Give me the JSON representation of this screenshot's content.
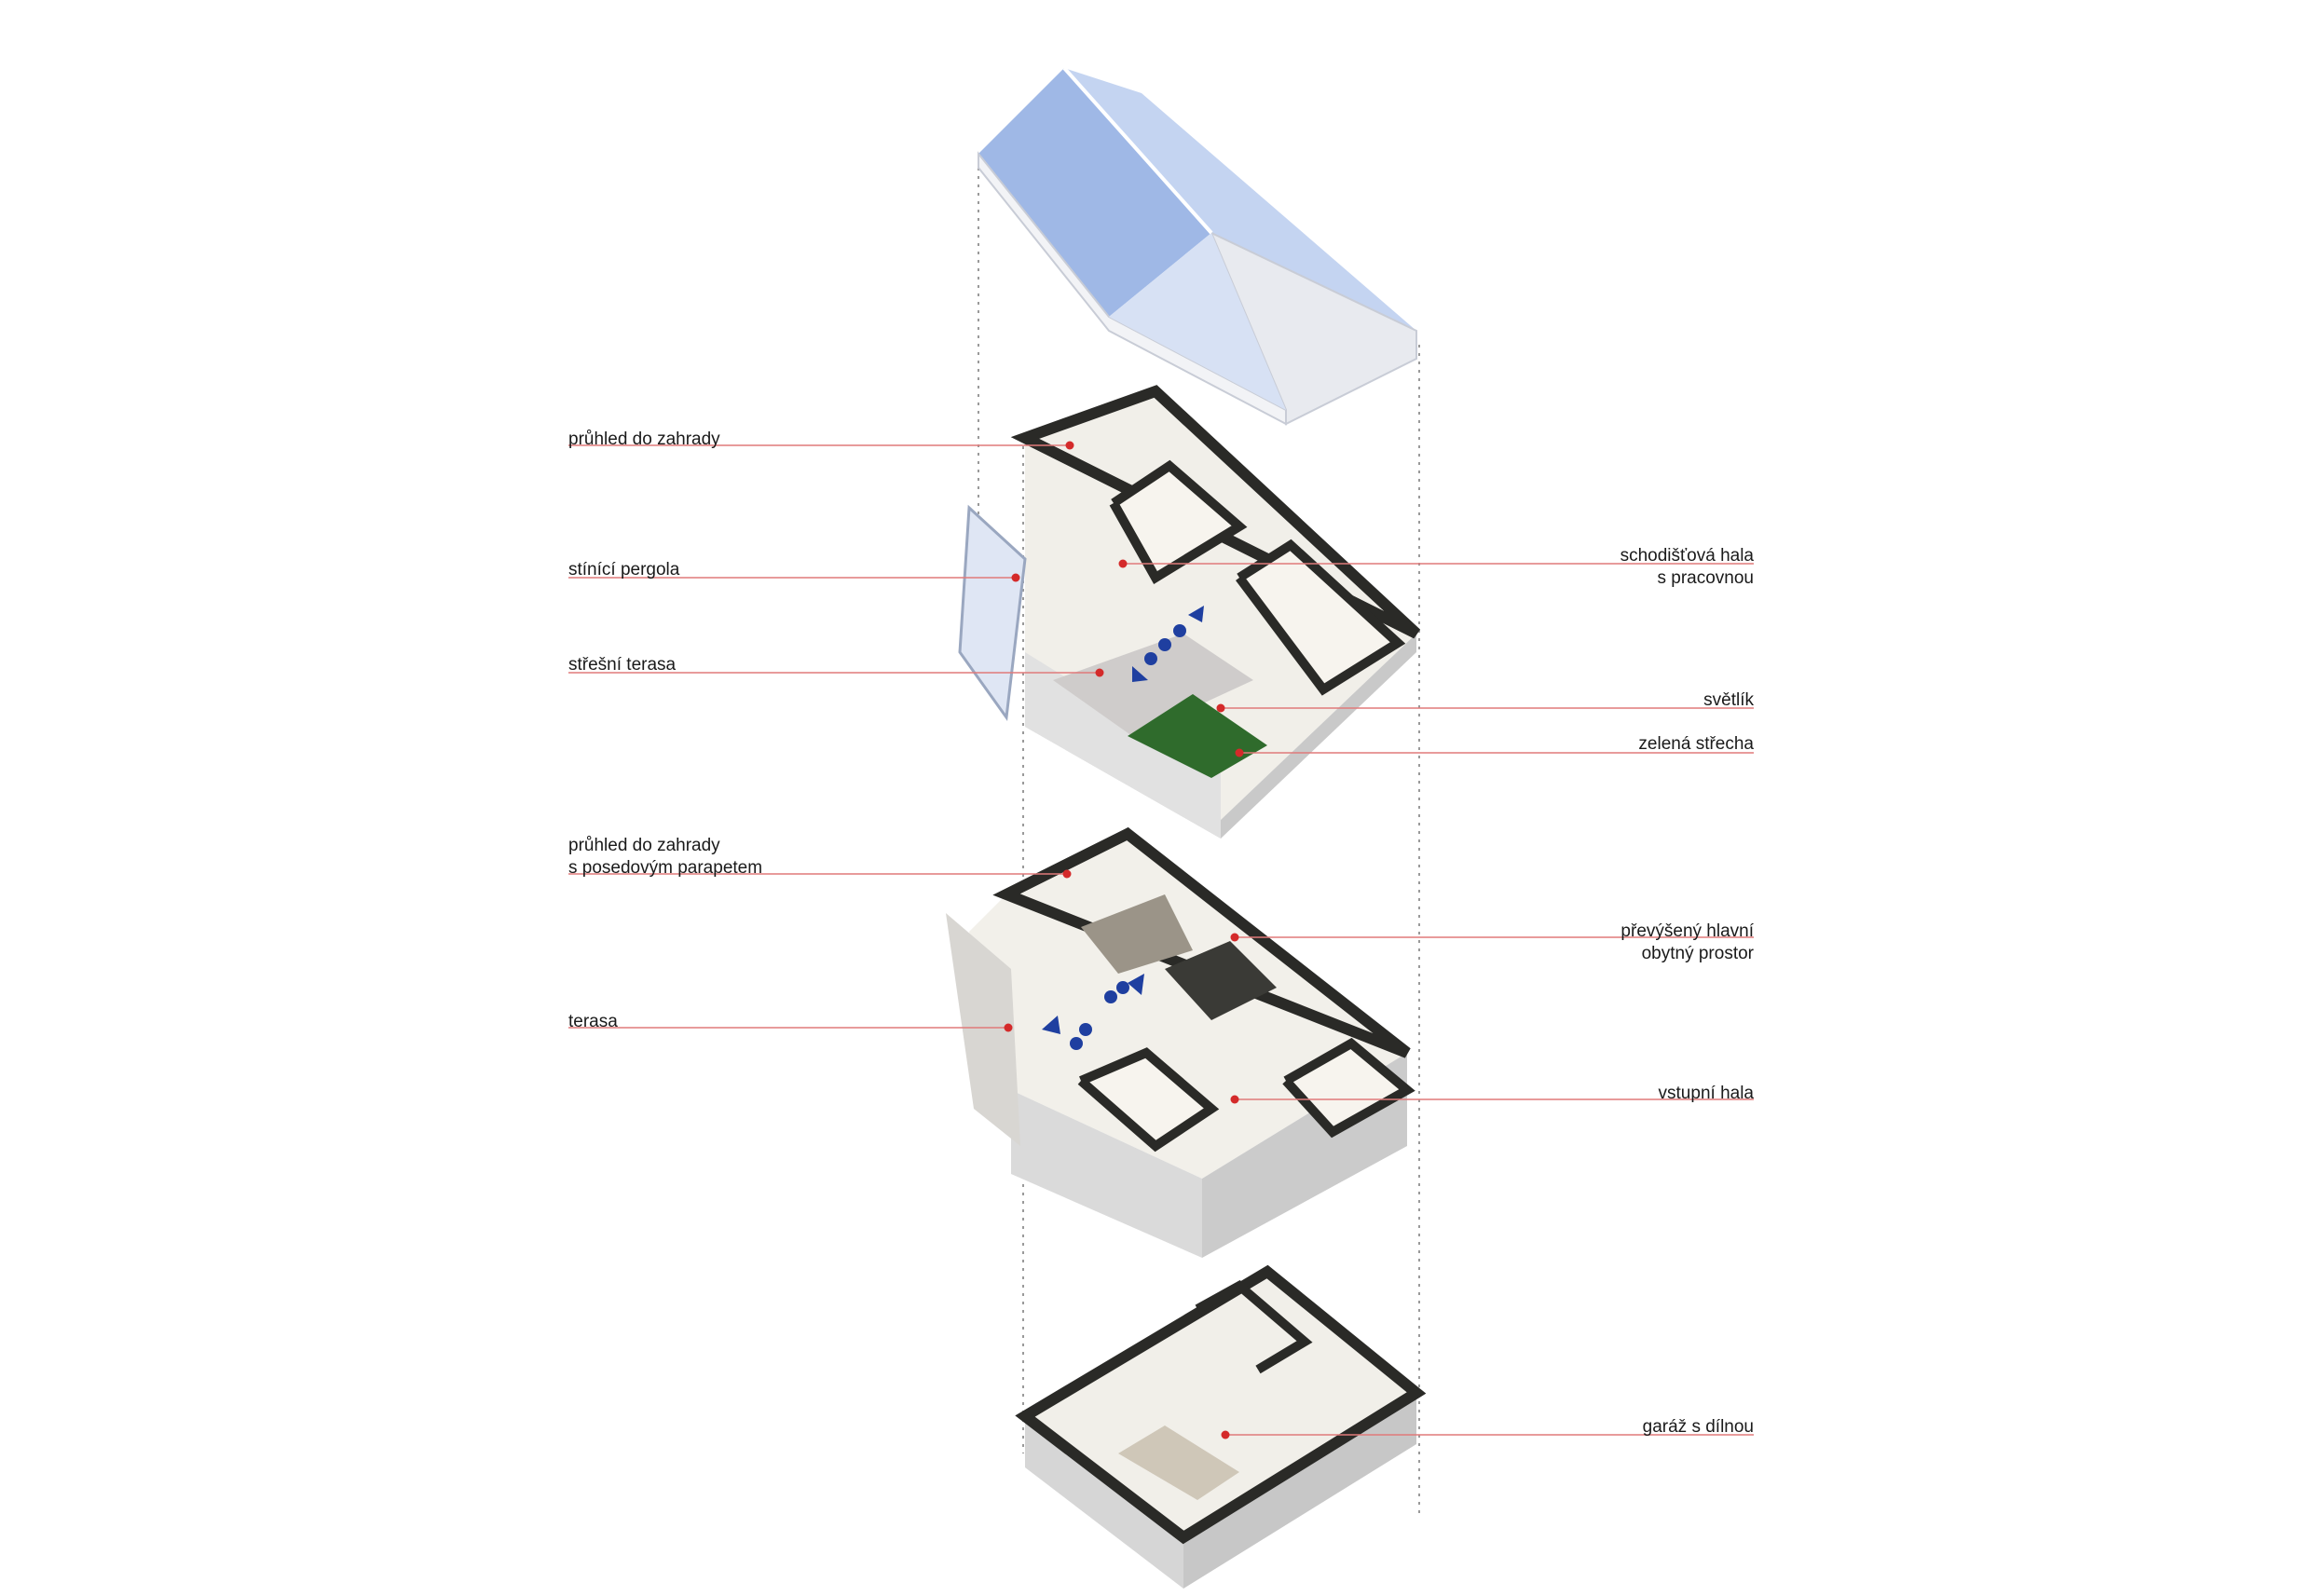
{
  "colors": {
    "leader": "#e07a7a",
    "marker": "#d42a2a",
    "flow": "#1f3fa0",
    "wall": "#2a2a27",
    "roof": "#a9c0ea",
    "green_roof": "#2f6b2c"
  },
  "labels_left": [
    {
      "id": "upper-garden-view",
      "lines": [
        "průhled do zahrady"
      ]
    },
    {
      "id": "shading-pergola",
      "lines": [
        "stínící pergola"
      ]
    },
    {
      "id": "roof-terrace",
      "lines": [
        "střešní terasa"
      ]
    },
    {
      "id": "garden-view-parapet",
      "lines": [
        "průhled do zahrady",
        "s posedovým parapetem"
      ]
    },
    {
      "id": "terrace",
      "lines": [
        "terasa"
      ]
    }
  ],
  "labels_right": [
    {
      "id": "stair-hall-study",
      "lines": [
        "schodišťová hala",
        "s pracovnou"
      ]
    },
    {
      "id": "skylight",
      "lines": [
        "světlík"
      ]
    },
    {
      "id": "green-roof",
      "lines": [
        "zelená střecha"
      ]
    },
    {
      "id": "raised-living-space",
      "lines": [
        "převýšený hlavní",
        "obytný prostor"
      ]
    },
    {
      "id": "entrance-hall",
      "lines": [
        "vstupní hala"
      ]
    },
    {
      "id": "garage-workshop",
      "lines": [
        "garáž s dílnou"
      ]
    }
  ]
}
